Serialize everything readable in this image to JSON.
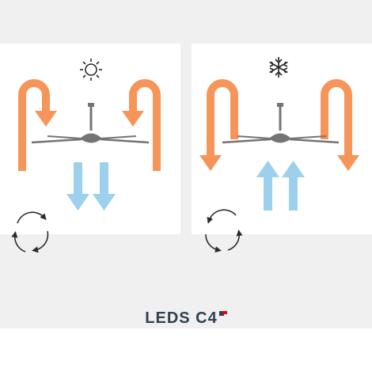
{
  "brand": {
    "name": "LEDS C4"
  },
  "colors": {
    "warm_airflow": "#f5955a",
    "cool_airflow": "#9dd0ec",
    "fan": "#747474",
    "icon": "#2b2b2b",
    "background": "#f0f0f0",
    "panel": "#ffffff",
    "brand_text": "#2f4151",
    "brand_accent": "#e30613"
  },
  "panels": [
    {
      "mode": "summer",
      "mode_icon": "sun-icon",
      "side_arrows": "orange-hook-down",
      "center_arrows": "blue-down",
      "rotation_icon": "reverse-rotation-icon"
    },
    {
      "mode": "winter",
      "mode_icon": "snowflake-icon",
      "side_arrows": "orange-hook-down",
      "center_arrows": "blue-up",
      "rotation_icon": "reverse-rotation-icon"
    }
  ]
}
